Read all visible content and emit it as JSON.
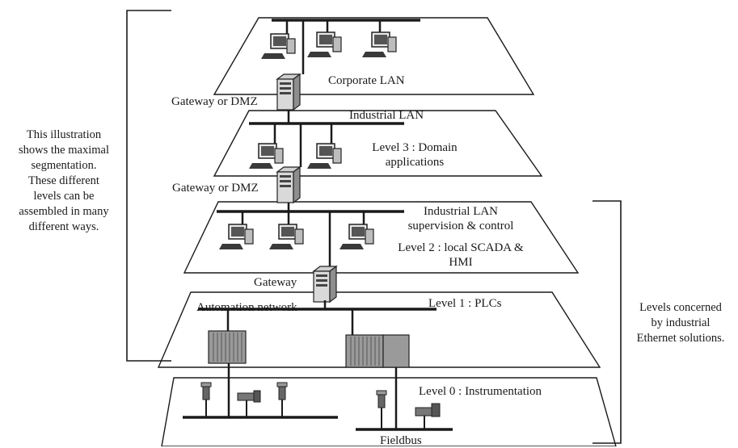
{
  "side_notes": {
    "left": [
      "This illustration",
      "shows the maximal",
      "segmentation.",
      "These different",
      "levels can be",
      "assembled in many",
      "different ways."
    ],
    "right": [
      "Levels concerned",
      "by industrial",
      "Ethernet solutions."
    ]
  },
  "levels": {
    "corporate": {
      "title": "Corporate LAN"
    },
    "level3": {
      "network": "Industrial LAN",
      "title_lines": [
        "Level 3 : Domain",
        "applications"
      ]
    },
    "level2": {
      "network_lines": [
        "Industrial LAN",
        "supervision & control"
      ],
      "title_lines": [
        "Level 2 : local SCADA &",
        "HMI"
      ]
    },
    "level1": {
      "network": "Automation network",
      "title": "Level 1 : PLCs"
    },
    "level0": {
      "title": "Level 0 : Instrumentation",
      "bus": "Fieldbus"
    }
  },
  "gateways": {
    "g1": "Gateway or DMZ",
    "g2": "Gateway or DMZ",
    "g3": "Gateway"
  },
  "colors": {
    "line": "#1a1a1a",
    "device": "#8a8a8a"
  }
}
